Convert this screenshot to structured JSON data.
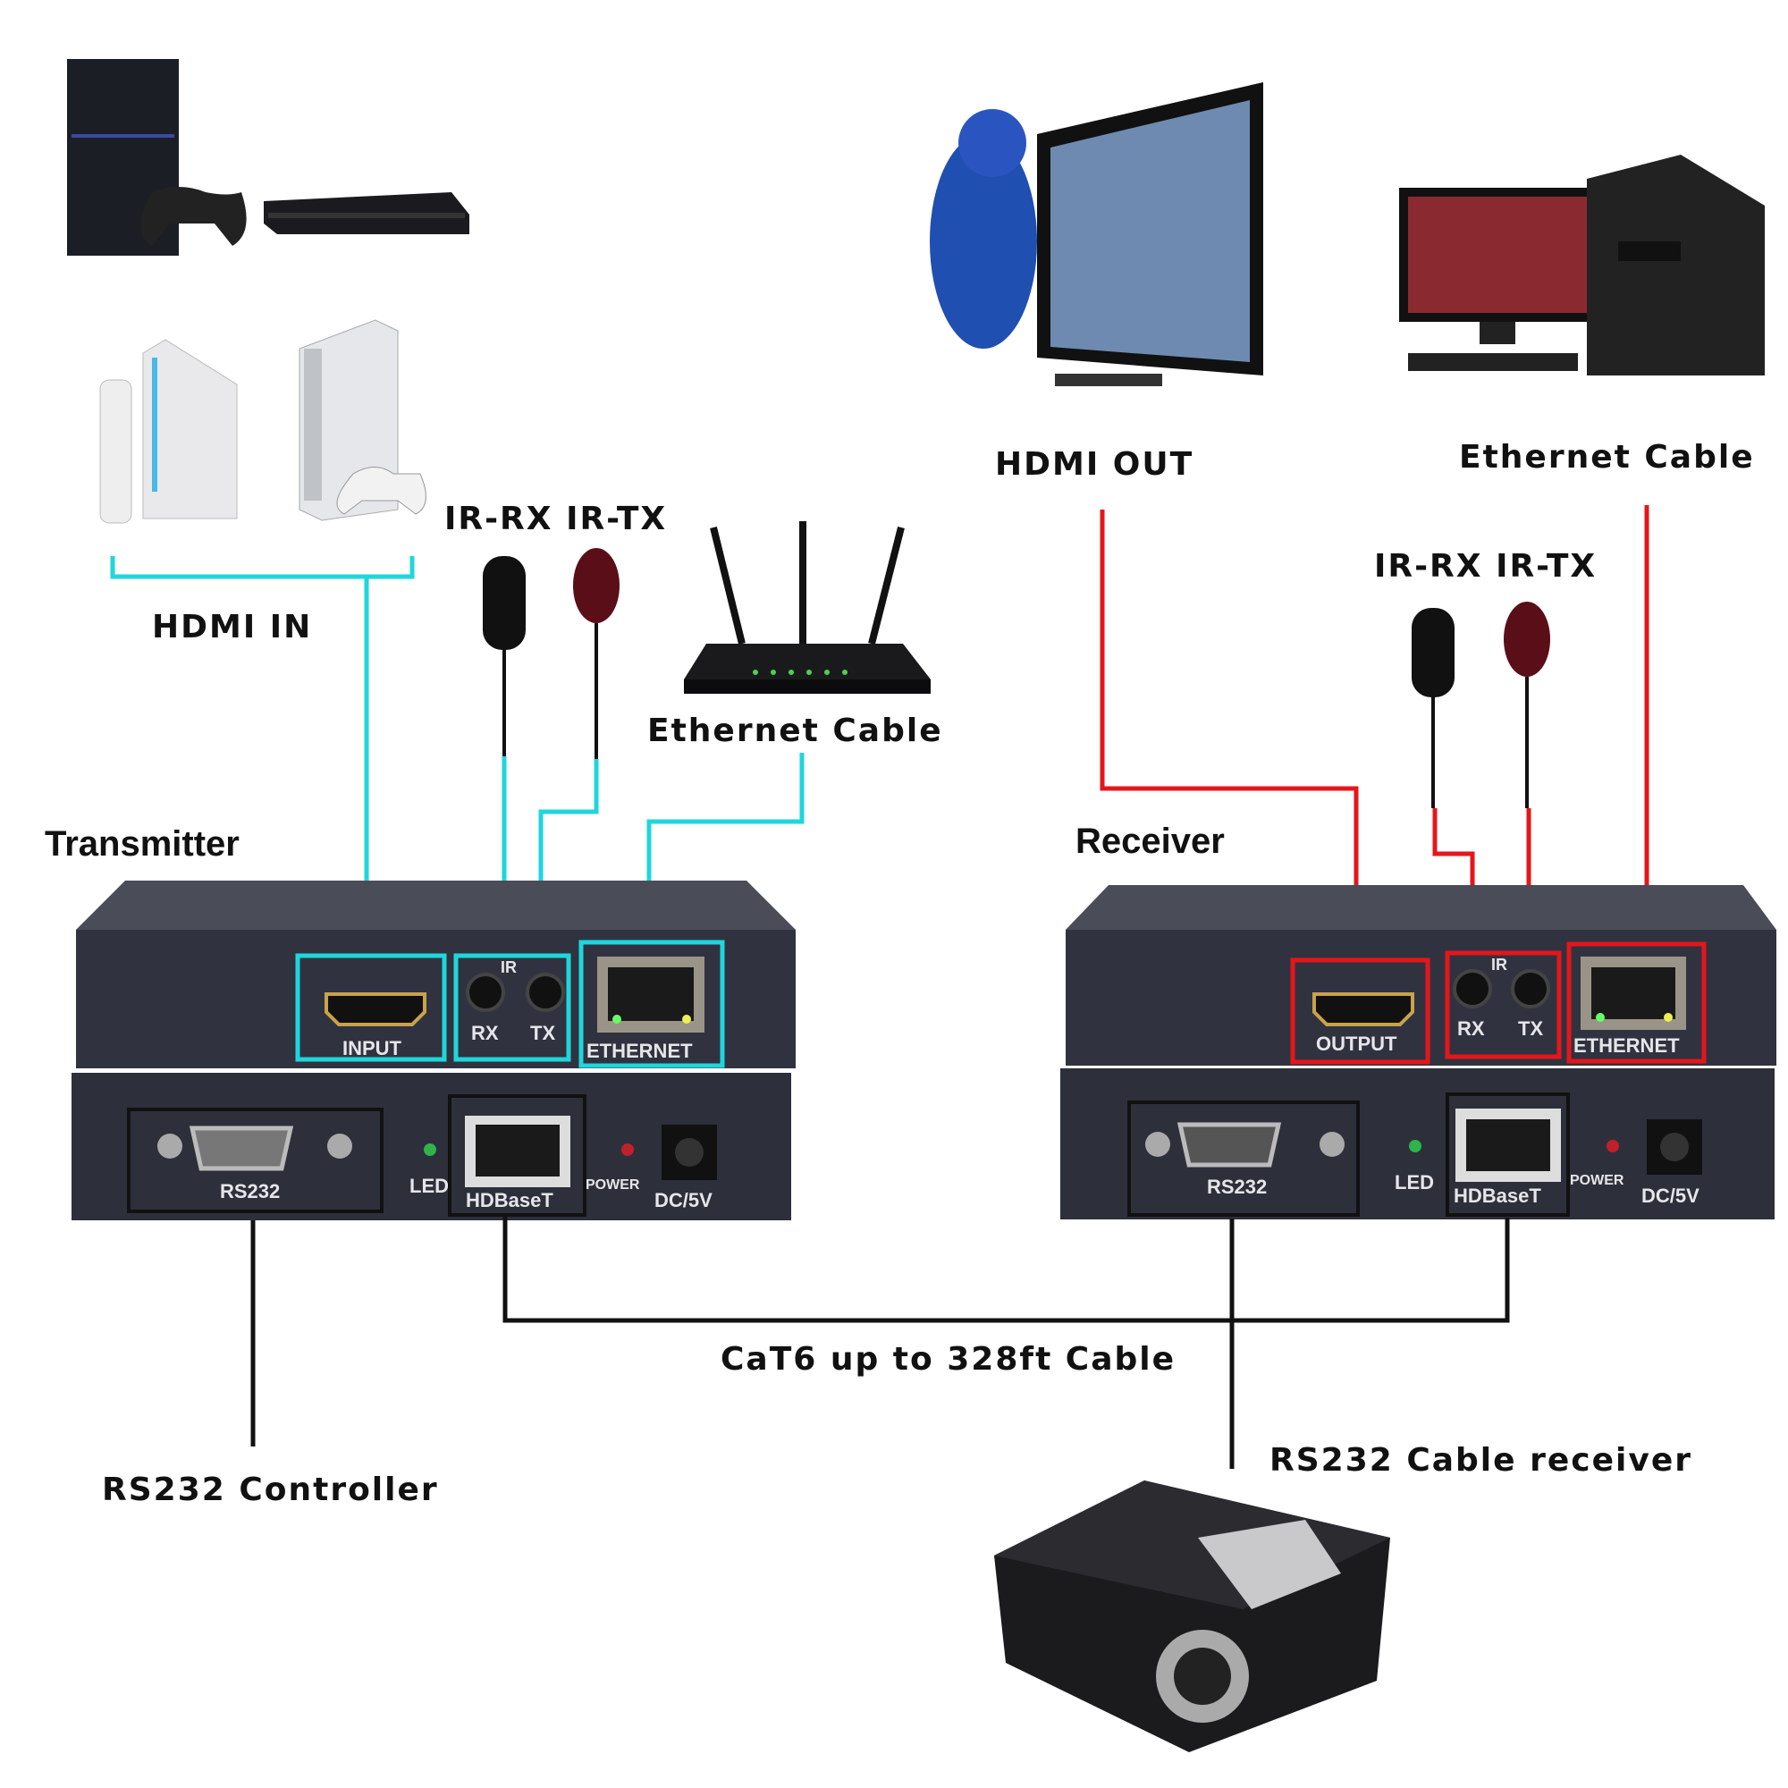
{
  "labels": {
    "hdmi_in": "HDMI IN",
    "hdmi_out": "HDMI OUT",
    "ethernet_cable_left": "Ethernet Cable",
    "ethernet_cable_right": "Ethernet Cable",
    "ir_left": "IR-RX  IR-TX",
    "ir_right": "IR-RX  IR-TX",
    "transmitter": "Transmitter",
    "receiver": "Receiver",
    "cat6": "CaT6 up to 328ft Cable",
    "rs232_controller": "RS232 Controller",
    "rs232_receiver": "RS232 Cable receiver"
  },
  "transmitter": {
    "ports": {
      "input": "INPUT",
      "ir": "IR",
      "rx": "RX",
      "tx": "TX",
      "ethernet": "ETHERNET",
      "rs232": "RS232",
      "led": "LED",
      "hdbaset": "HDBaseT",
      "power": "POWER",
      "dc": "DC/5V"
    }
  },
  "receiver": {
    "ports": {
      "output": "OUTPUT",
      "ir": "IR",
      "rx": "RX",
      "tx": "TX",
      "ethernet": "ETHERNET",
      "rs232": "RS232",
      "led": "LED",
      "hdbaset": "HDBaseT",
      "power": "POWER",
      "dc": "DC/5V"
    }
  },
  "colors": {
    "transmitter_lines": "#1fd6dc",
    "receiver_lines": "#e4161b",
    "cable": "#111111",
    "device_body": "#30333f"
  },
  "icons": [
    "game-console-icon",
    "blu-ray-player-icon",
    "wii-icon",
    "xbox-icon",
    "router-icon",
    "tv-icon",
    "desktop-pc-icon",
    "projector-icon",
    "ir-sensor-icon"
  ]
}
